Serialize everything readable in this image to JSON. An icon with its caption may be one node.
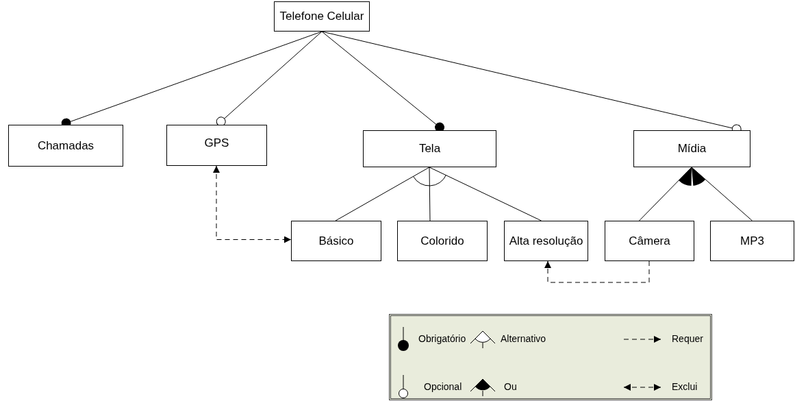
{
  "diagram": {
    "nodes": [
      {
        "text": [
          "Telefone Celular"
        ]
      },
      {
        "text": [
          "Chamadas"
        ]
      },
      {
        "text": [
          "GPS"
        ]
      },
      {
        "text": [
          "Tela"
        ]
      },
      {
        "text": [
          "Mídia"
        ]
      },
      {
        "text": [
          "Básico"
        ]
      },
      {
        "text": [
          "Colorido"
        ]
      },
      {
        "text": [
          "Alta resolução"
        ]
      },
      {
        "text": [
          "Câmera"
        ]
      },
      {
        "text": [
          "MP3"
        ]
      }
    ],
    "edges": [
      {
        "from": 0,
        "to": 1,
        "arrow": "other"
      },
      {
        "from": 0,
        "to": 2,
        "arrow": "other"
      },
      {
        "from": 0,
        "to": 3,
        "arrow": "other"
      },
      {
        "from": 0,
        "to": 4,
        "arrow": "other"
      },
      {
        "from": 3,
        "to": 5,
        "arrow": "none"
      },
      {
        "from": 3,
        "to": 6,
        "arrow": "none"
      },
      {
        "from": 3,
        "to": 7,
        "arrow": "none"
      },
      {
        "from": 4,
        "to": 8,
        "arrow": "other"
      },
      {
        "from": 4,
        "to": 9,
        "arrow": "other"
      },
      {
        "from": 2,
        "to": 5,
        "arrow": "both",
        "style": "dashed"
      },
      {
        "from": 8,
        "to": 7,
        "arrow": "to",
        "style": "dashed"
      }
    ],
    "legend": [
      {
        "text": "Obrigatório"
      },
      {
        "text": "Alternativo"
      },
      {
        "text": "Requer"
      },
      {
        "text": "Opcional"
      },
      {
        "text": "Ou"
      },
      {
        "text": "Exclui"
      }
    ]
  }
}
